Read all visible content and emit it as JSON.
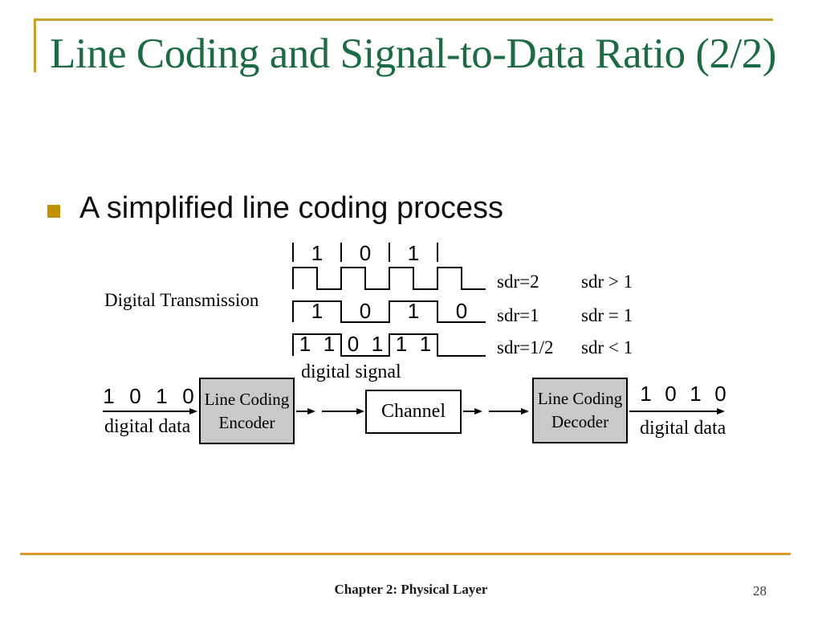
{
  "slide": {
    "title": "Line Coding and Signal-to-Data Ratio (2/2)",
    "bullet": "A simplified line coding process",
    "footer": {
      "text": "Chapter 2: Physical Layer",
      "page": "28"
    }
  },
  "colors": {
    "title_green": "#1d6b45",
    "top_accent_gold": "#c8a02c",
    "footer_accent_gold": "#d8992e",
    "bullet_gold": "#bf9000",
    "box_gray": "#c9c9c9",
    "line_black": "#000000"
  },
  "diagram": {
    "transmission_label": "Digital Transmission",
    "signal_label": "digital signal",
    "waveforms": [
      {
        "sdr": "sdr=2",
        "relation": "sdr > 1",
        "bits": [
          "1",
          "0",
          "1"
        ]
      },
      {
        "sdr": "sdr=1",
        "relation": "sdr = 1",
        "bits": [
          "1",
          "0",
          "1",
          "0"
        ]
      },
      {
        "sdr": "sdr=1/2",
        "relation": "sdr < 1",
        "bits": [
          "1",
          "1",
          "0",
          "1",
          "1",
          "1"
        ]
      }
    ],
    "encoder": {
      "line1": "Line Coding",
      "line2": "Encoder"
    },
    "channel": {
      "label": "Channel"
    },
    "decoder": {
      "line1": "Line Coding",
      "line2": "Decoder"
    },
    "input": {
      "bits": [
        "1",
        "0",
        "1",
        "0"
      ],
      "label": "digital data"
    },
    "output": {
      "bits": [
        "1",
        "0",
        "1",
        "0"
      ],
      "label": "digital data"
    }
  }
}
